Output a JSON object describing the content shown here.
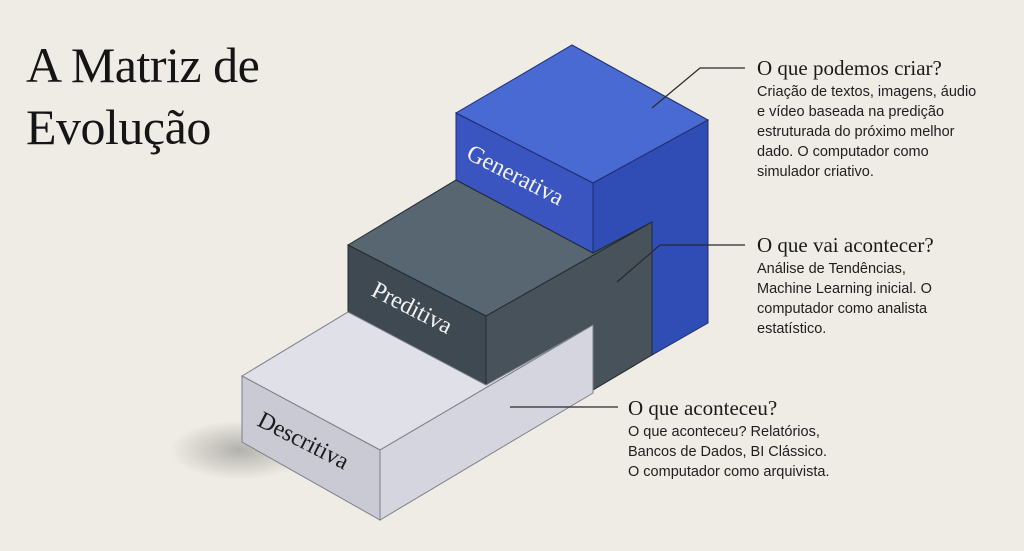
{
  "title": {
    "line1": "A Matriz de",
    "line2": "Evolução"
  },
  "levels": [
    {
      "label": "Generativa",
      "heading": "O que podemos criar?",
      "body": [
        "Criação de textos, imagens, áudio",
        "e vídeo baseada na predição",
        "estruturada do próximo melhor",
        "dado. O computador como",
        "simulador criativo."
      ],
      "colors": {
        "top": "#4a6ad3",
        "front": "#3a55c0",
        "side": "#304db6"
      }
    },
    {
      "label": "Preditiva",
      "heading": "O que vai acontecer?",
      "body": [
        "Análise de Tendências,",
        "Machine Learning inicial. O",
        "computador como analista",
        "estatístico."
      ],
      "colors": {
        "top": "#586672",
        "front": "#3e4952",
        "side": "#47525b"
      }
    },
    {
      "label": "Descritiva",
      "heading": "O que aconteceu?",
      "body": [
        "O que aconteceu? Relatórios,",
        "Bancos de Dados, BI Clássico.",
        "O computador como arquivista."
      ],
      "colors": {
        "top": "#dfe0e8",
        "front": "#c9cad4",
        "side": "#d4d5de"
      }
    }
  ]
}
